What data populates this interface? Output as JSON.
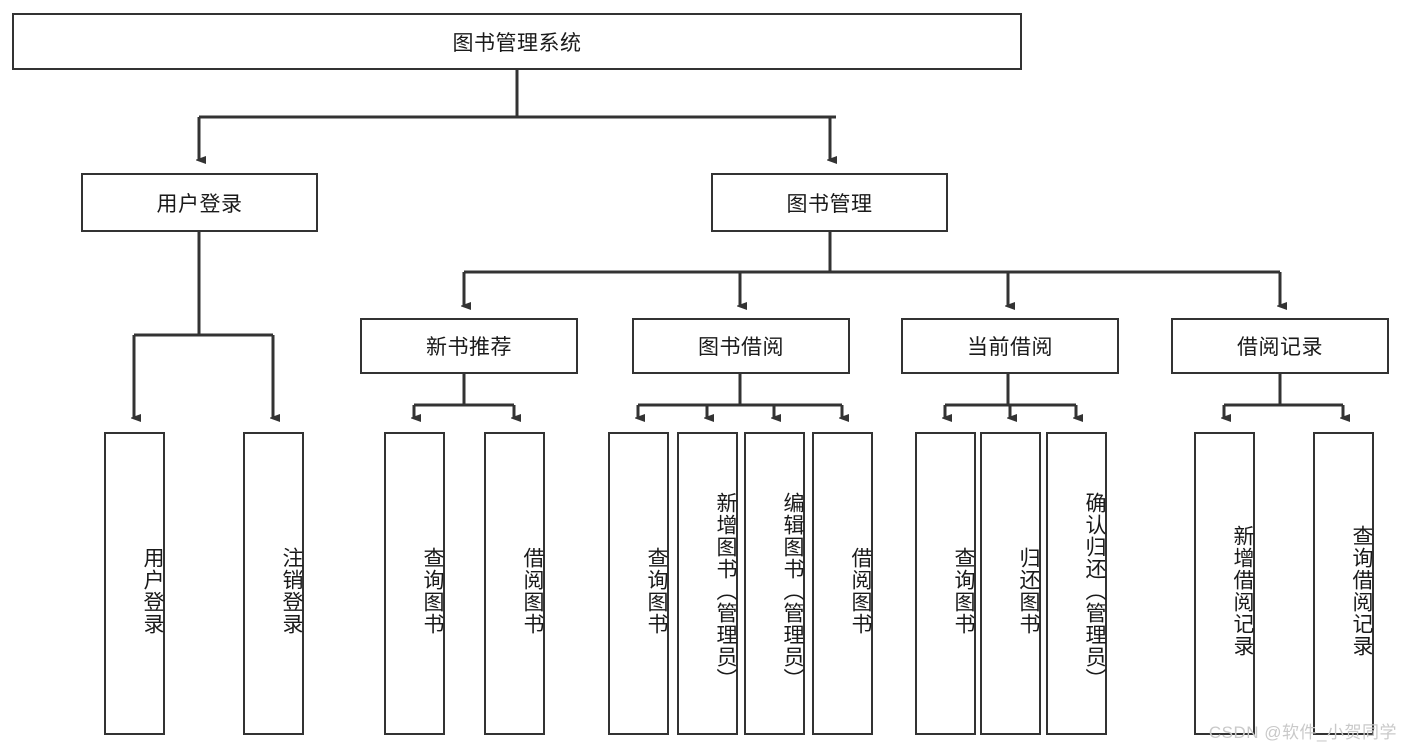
{
  "diagram": {
    "title": "图书管理系统",
    "type": "tree-hierarchy-diagram",
    "colors": {
      "box_border": "#333333",
      "box_fill": "#ffffff",
      "connector": "#333333",
      "watermark": "#c9c9c9"
    },
    "root": {
      "label": "图书管理系统"
    },
    "level2": [
      {
        "label": "用户登录"
      },
      {
        "label": "图书管理"
      }
    ],
    "level3": [
      {
        "label": "新书推荐"
      },
      {
        "label": "图书借阅"
      },
      {
        "label": "当前借阅"
      },
      {
        "label": "借阅记录"
      }
    ],
    "leaves": {
      "user_login": [
        {
          "label": "用户登录"
        },
        {
          "label": "注销登录"
        }
      ],
      "new_book_recommend": [
        {
          "label": "查询图书"
        },
        {
          "label": "借阅图书"
        }
      ],
      "book_borrow": [
        {
          "label": "查询图书"
        },
        {
          "label": "新增图书（管理员）"
        },
        {
          "label": "编辑图书（管理员）"
        },
        {
          "label": "借阅图书"
        }
      ],
      "current_borrow": [
        {
          "label": "查询图书"
        },
        {
          "label": "归还图书"
        },
        {
          "label": "确认归还（管理员）"
        }
      ],
      "borrow_record": [
        {
          "label": "新增借阅记录"
        },
        {
          "label": "查询借阅记录"
        }
      ]
    }
  },
  "watermark": {
    "text": "CSDN @软件_小贺同学"
  }
}
